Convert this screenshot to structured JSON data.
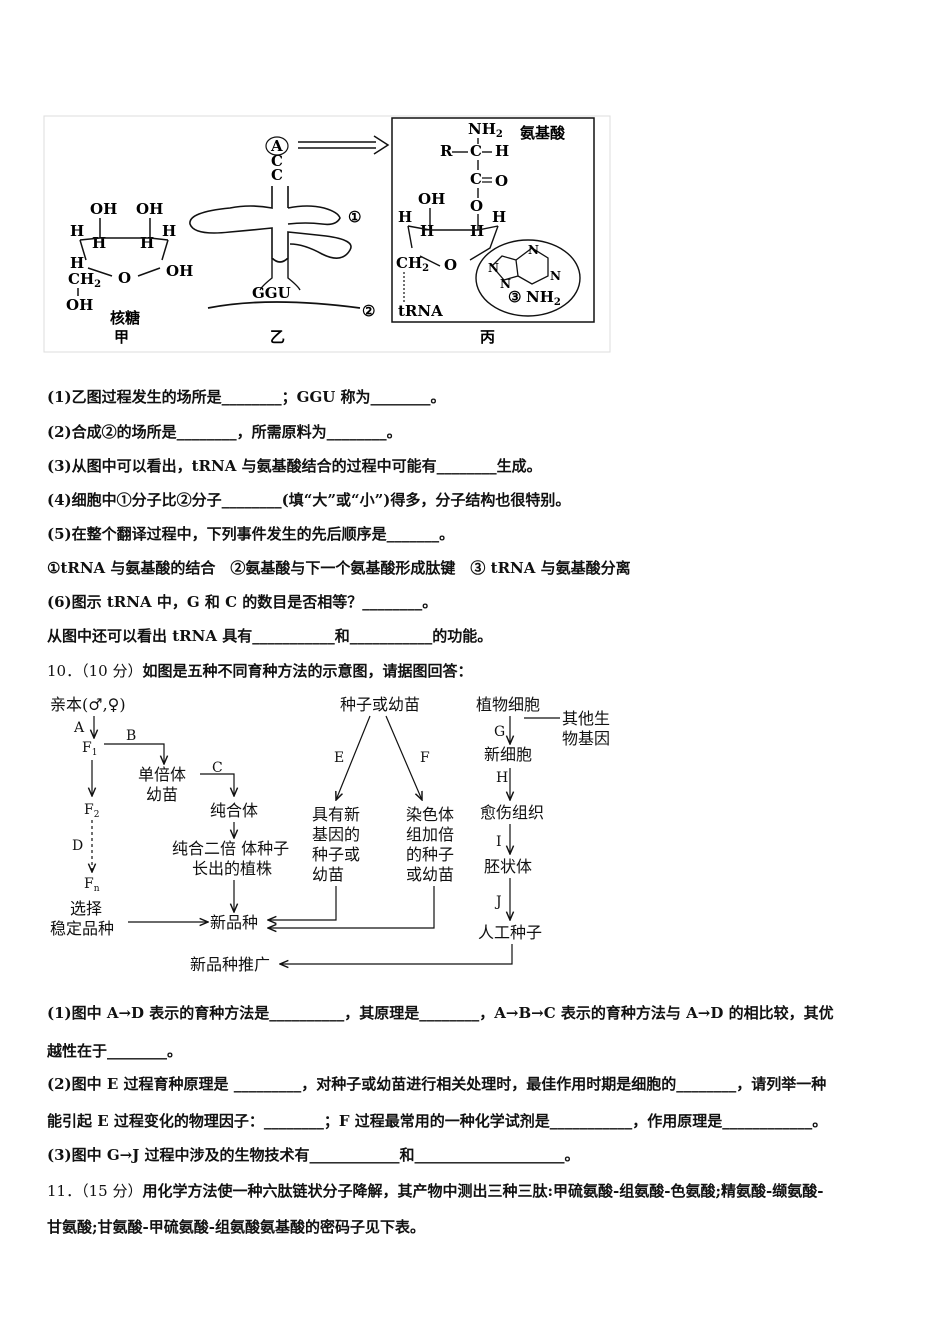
{
  "figure1": {
    "jia": {
      "oh1": "OH",
      "oh2": "OH",
      "h1": "H",
      "h2": "H",
      "h3": "H",
      "h4": "H",
      "h5": "H",
      "oh3": "OH",
      "ch2": "CH",
      "ch2_sub": "2",
      "o": "O",
      "oh4": "OH",
      "name": "核糖",
      "label": "甲"
    },
    "yi": {
      "a": "A",
      "c1": "C",
      "c2": "C",
      "mark1": "①",
      "codon": "GGU",
      "mark2": "②",
      "label": "乙"
    },
    "bing": {
      "nh2": "NH",
      "nh2_sub": "2",
      "title": "氨基酸",
      "r": "R",
      "c": "C",
      "h": "H",
      "co_c": "C",
      "co_o": "O",
      "ester_o": "O",
      "oh": "OH",
      "h1": "H",
      "h2": "H",
      "h3": "H",
      "h4": "H",
      "ch2": "CH",
      "ch2_sub": "2",
      "o": "O",
      "n1": "N",
      "n2": "N",
      "n3": "N",
      "n4": "N",
      "mark3": "③",
      "base_nh2": "NH",
      "base_nh2_sub": "2",
      "trna": "tRNA",
      "label": "丙"
    }
  },
  "q9": {
    "l1": "(1)乙图过程发生的场所是________；GGU 称为________。",
    "l2": "(2)合成②的场所是________，所需原料为________。",
    "l3": "(3)从图中可以看出，tRNA 与氨基酸结合的过程中可能有________生成。",
    "l4": "(4)细胞中①分子比②分子________(填“大”或“小”)得多，分子结构也很特别。",
    "l5": "(5)在整个翻译过程中，下列事件发生的先后顺序是_______。",
    "l6": "①tRNA 与氨基酸的结合　②氨基酸与下一个氨基酸形成肽键　③ tRNA 与氨基酸分离",
    "l7": "(6)图示 tRNA 中，G 和 C 的数目是否相等？________。",
    "l8": "从图中还可以看出 tRNA 具有___________和___________的功能。"
  },
  "q10": {
    "head_num": "10．（10 分）",
    "head_text": "如图是五种不同育种方法的示意图，请据图回答：",
    "diagram": {
      "parent": "亲本(♂,♀)",
      "a": "A",
      "f1": "F",
      "f1_sub": "1",
      "b": "B",
      "haploid1": "单倍体",
      "haploid2": "幼苗",
      "c": "C",
      "pure": "纯合体",
      "diploid1": "纯合二倍 体种子",
      "diploid2": "长出的植株",
      "f2": "F",
      "f2_sub": "2",
      "d": "D",
      "fn": "F",
      "fn_sub": "n",
      "select1": "选择",
      "select2": "稳定品种",
      "newvar": "新品种",
      "promote": "新品种推广",
      "seed": "种子或幼苗",
      "e": "E",
      "f": "F",
      "gene1": "具有新",
      "gene2": "基因的",
      "gene3": "种子或",
      "gene4": "幼苗",
      "chr1": "染色体",
      "chr2": "组加倍",
      "chr3": "的种子",
      "chr4": "或幼苗",
      "plantcell": "植物细胞",
      "other1": "其他生",
      "other2": "物基因",
      "g": "G",
      "newcell": "新细胞",
      "h": "H",
      "callus": "愈伤组织",
      "i": "I",
      "embryo": "胚状体",
      "j": "J",
      "artseed": "人工种子"
    },
    "l1": "(1)图中 A→D 表示的育种方法是__________，其原理是________，A→B→C 表示的育种方法与 A→D 的相比较，其优",
    "l1b": "越性在于________。",
    "l2": "(2)图中 E 过程育种原理是 _________，对种子或幼苗进行相关处理时，最佳作用时期是细胞的________，请列举一种",
    "l2b": "能引起 E 过程变化的物理因子：________；F 过程最常用的一种化学试剂是___________，作用原理是____________。",
    "l3": "(3)图中 G→J 过程中涉及的生物技术有____________和____________________。"
  },
  "q11": {
    "head_num": "11．（15 分）",
    "head_text": "用化学方法使一种六肽链状分子降解，其产物中测出三种三肽:甲硫氨酸-组氨酸-色氨酸;精氨酸-缬氨酸-",
    "l2": "甘氨酸;甘氨酸-甲硫氨酸-组氨酸氨基酸的密码子见下表。"
  }
}
